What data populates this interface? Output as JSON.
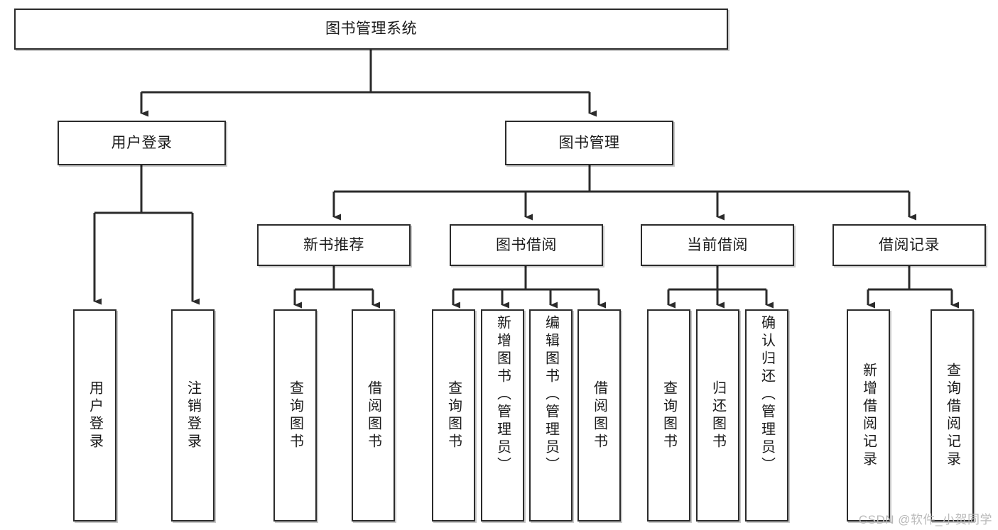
{
  "diagram": {
    "title": "图书管理系统",
    "watermark": "CSDN @软件_小贺同学",
    "levels": {
      "root": {
        "label": "图书管理系统"
      },
      "level2": [
        {
          "id": "user-login",
          "label": "用户登录"
        },
        {
          "id": "book-management",
          "label": "图书管理"
        }
      ],
      "level3": [
        {
          "id": "new-book-recommend",
          "label": "新书推荐",
          "parent": "book-management"
        },
        {
          "id": "book-borrow",
          "label": "图书借阅",
          "parent": "book-management"
        },
        {
          "id": "current-borrow",
          "label": "当前借阅",
          "parent": "book-management"
        },
        {
          "id": "borrow-record",
          "label": "借阅记录",
          "parent": "book-management"
        }
      ],
      "leaves": [
        {
          "id": "leaf-user-login",
          "label": "用户登录",
          "parent": "user-login"
        },
        {
          "id": "leaf-logout-login",
          "label": "注销登录",
          "parent": "user-login"
        },
        {
          "id": "leaf-query-book-1",
          "label": "查询图书",
          "parent": "new-book-recommend"
        },
        {
          "id": "leaf-borrow-book-1",
          "label": "借阅图书",
          "parent": "new-book-recommend"
        },
        {
          "id": "leaf-query-book-2",
          "label": "查询图书",
          "parent": "book-borrow"
        },
        {
          "id": "leaf-add-book",
          "label": "新增图书（管理员）",
          "parent": "book-borrow"
        },
        {
          "id": "leaf-edit-book",
          "label": "编辑图书（管理员）",
          "parent": "book-borrow"
        },
        {
          "id": "leaf-borrow-book-2",
          "label": "借阅图书",
          "parent": "book-borrow"
        },
        {
          "id": "leaf-query-book-3",
          "label": "查询图书",
          "parent": "current-borrow"
        },
        {
          "id": "leaf-return-book",
          "label": "归还图书",
          "parent": "current-borrow"
        },
        {
          "id": "leaf-confirm-return",
          "label": "确认归还（管理员）",
          "parent": "current-borrow"
        },
        {
          "id": "leaf-add-record",
          "label": "新增借阅记录",
          "parent": "borrow-record"
        },
        {
          "id": "leaf-query-record",
          "label": "查询借阅记录",
          "parent": "borrow-record"
        }
      ]
    },
    "colors": {
      "stroke": "#2b2b2b",
      "fill": "#ffffff",
      "text": "#1a1a1a",
      "watermark": "#b9b9b9"
    }
  }
}
